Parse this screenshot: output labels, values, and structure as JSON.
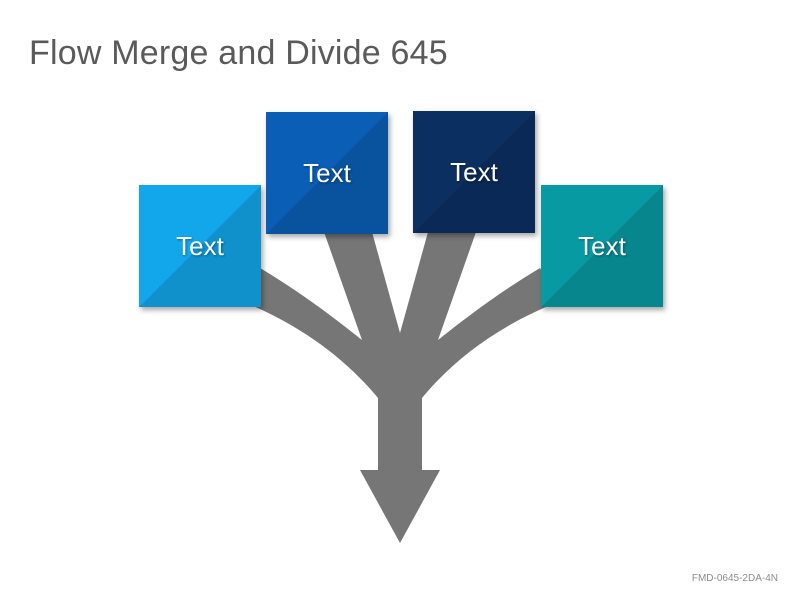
{
  "title": "Flow Merge and Divide 645",
  "boxes": [
    {
      "label": "Text",
      "color": "#12a6ea"
    },
    {
      "label": "Text",
      "color": "#0a5eb6"
    },
    {
      "label": "Text",
      "color": "#0c2f62"
    },
    {
      "label": "Text",
      "color": "#089aa2"
    }
  ],
  "arrow_color": "#767676",
  "footer_code": "FMD-0645-2DA-4N"
}
